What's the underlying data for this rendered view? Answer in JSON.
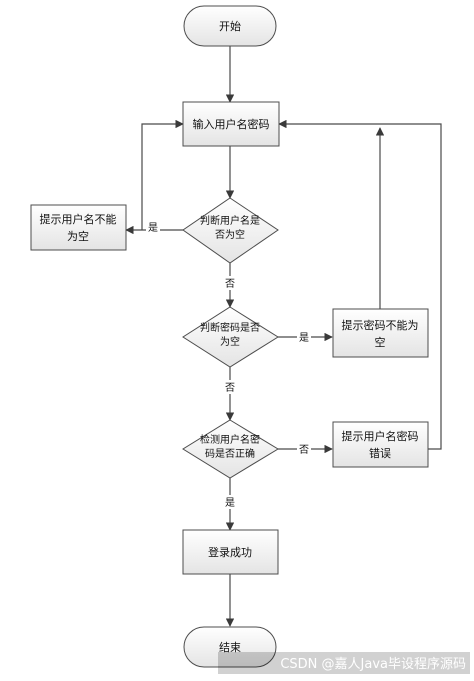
{
  "nodes": {
    "start": "开始",
    "input": "输入用户名密码",
    "check_empty_line1": "判断用户名是",
    "check_empty_line2": "否为空",
    "hint_user_empty_line1": "提示用户名不能",
    "hint_user_empty_line2": "为空",
    "check_pwd_line1": "判断密码是否",
    "check_pwd_line2": "为空",
    "hint_pwd_empty_line1": "提示密码不能为",
    "hint_pwd_empty_line2": "空",
    "check_correct_line1": "检测用户名密",
    "check_correct_line2": "码是否正确",
    "hint_wrong_line1": "提示用户名密码",
    "hint_wrong_line2": "错误",
    "login_success": "登录成功",
    "end": "结束"
  },
  "edges": {
    "yes_user_empty": "是",
    "no_user_empty": "否",
    "yes_pwd_empty": "是",
    "no_pwd_empty": "否",
    "no_correct": "否",
    "yes_correct": "是"
  },
  "watermark": "CSDN @嘉人Java毕设程序源码"
}
